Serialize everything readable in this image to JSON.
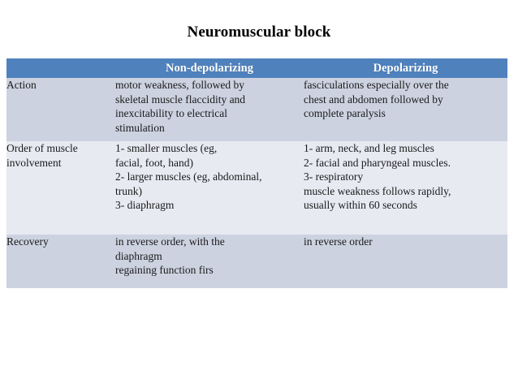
{
  "slide": {
    "title": "Neuromuscular block",
    "background_color": "#ffffff"
  },
  "table": {
    "header_bg_color": "#4f81bd",
    "header_text_color": "#ffffff",
    "row_dark_bg_color": "#ccd2e0",
    "row_light_bg_color": "#e8eaf2",
    "columns": [
      {
        "key": "feature",
        "label": ""
      },
      {
        "key": "non_depolarizing",
        "label": "Non-depolarizing"
      },
      {
        "key": "depolarizing",
        "label": "Depolarizing"
      }
    ],
    "rows": [
      {
        "feature": "Action",
        "non_depolarizing": "motor weakness, followed by\nskeletal muscle flaccidity and\ninexcitability to electrical\nstimulation",
        "depolarizing": "fasciculations especially over the\nchest and abdomen followed by\ncomplete paralysis"
      },
      {
        "feature": "Order of muscle\ninvolvement",
        "non_depolarizing": "1- smaller muscles (eg,\nfacial, foot, hand)\n2- larger muscles (eg, abdominal,\ntrunk)\n3- diaphragm",
        "depolarizing": "1- arm, neck, and leg muscles\n2- facial and pharyngeal muscles.\n3- respiratory\nmuscle weakness follows rapidly,\nusually within 60 seconds"
      },
      {
        "feature": "Recovery",
        "non_depolarizing": "in reverse order, with the\ndiaphragm\nregaining function firs",
        "depolarizing": "in reverse order"
      }
    ]
  }
}
